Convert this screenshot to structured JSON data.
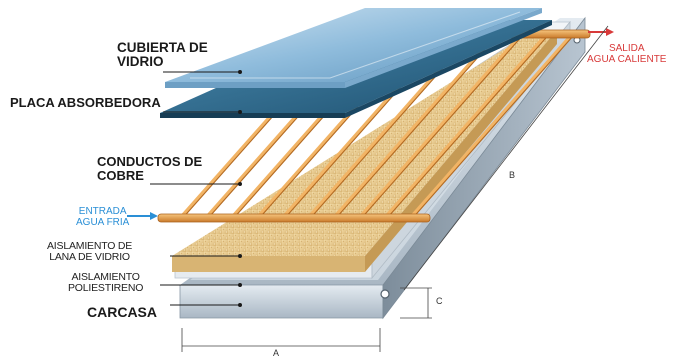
{
  "labels": {
    "cubierta": "CUBIERTA DE\nVIDRIO",
    "placa": "PLACA ABSORBEDORA",
    "conductos": "CONDUCTOS DE\nCOBRE",
    "entrada": "ENTRADA\nAGUA FRIA",
    "aislamiento_lana": "AISLAMIENTO DE\nLANA DE VIDRIO",
    "aislamiento_poli": "AISLAMIENTO\nPOLIESTIRENO",
    "carcasa": "CARCASA",
    "salida": "SALIDA\nAGUA CALIENTE"
  },
  "dimensions": {
    "a": "A",
    "b": "B",
    "c": "C"
  },
  "colors": {
    "glass": "#9cc3df",
    "absorber": "#2e6c8f",
    "copper": "#e8a24c",
    "wool": "#e8c88a",
    "casing": "#c9d3dc",
    "inlet_arrow": "#2a8fd6",
    "outlet_arrow": "#d83a3a"
  }
}
